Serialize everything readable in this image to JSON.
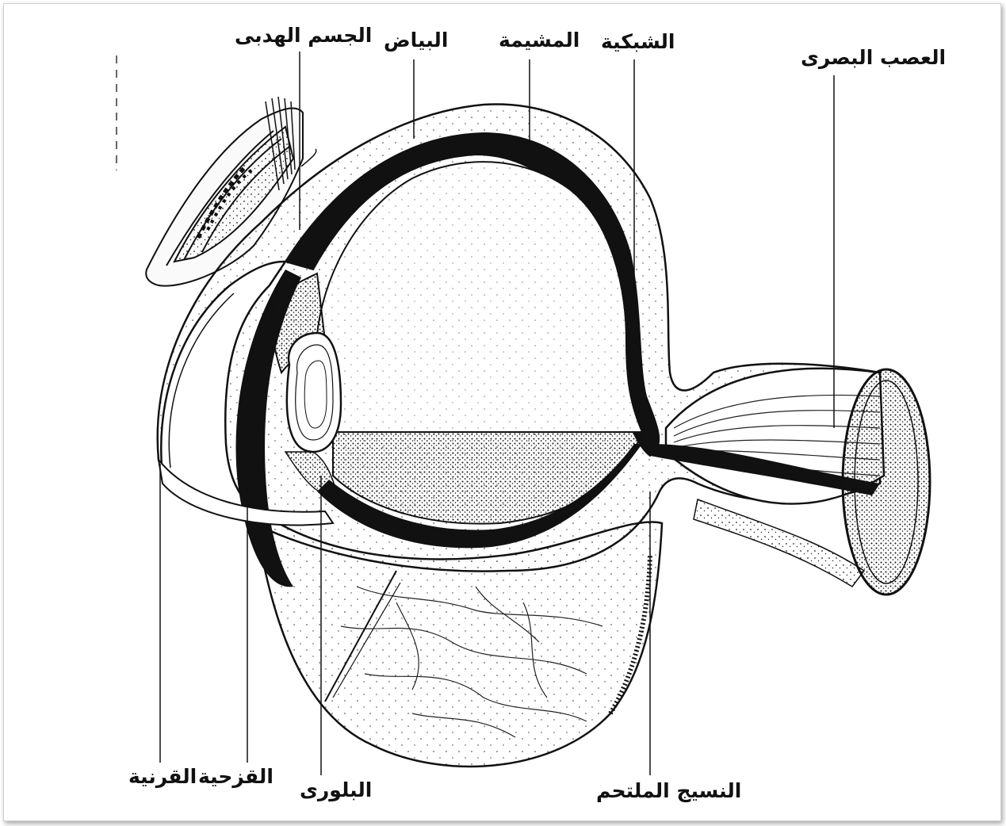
{
  "labels": {
    "ciliary_body": "الجسم الهدبى",
    "sclera": "البياض",
    "choroid": "المشيمة",
    "retina": "الشبكية",
    "optic_nerve": "العصب البصرى",
    "cornea": "القرنية",
    "iris": "القزحية",
    "lens": "البلورى",
    "conjunctiva": "النسيج الملتحم"
  },
  "colors": {
    "ink": "#111111",
    "background": "#ffffff"
  }
}
